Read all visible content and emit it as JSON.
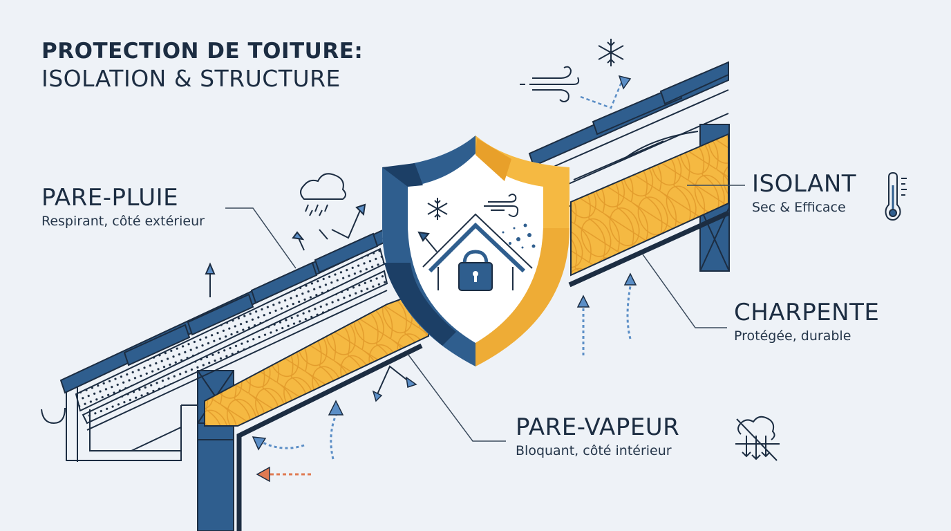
{
  "title": {
    "line1": "PROTECTION DE TOITURE:",
    "line2": "ISOLATION & STRUCTURE"
  },
  "labels": {
    "pare_pluie": {
      "head": "PARE-PLUIE",
      "sub": "Respirant, côté extérieur"
    },
    "isolant": {
      "head": "ISOLANT",
      "sub": "Sec & Efficace",
      "icon": "thermometer-icon"
    },
    "charpente": {
      "head": "CHARPENTE",
      "sub": "Protégée, durable"
    },
    "pare_vapeur": {
      "head": "PARE-VAPEUR",
      "sub": "Bloquant, côté intérieur",
      "icon": "no-condensation-icon"
    }
  },
  "center_badge": {
    "icon": "shield-house-lock-icon",
    "inner_icons": [
      "snowflake-icon",
      "wind-icon",
      "house-icon",
      "padlock-icon",
      "particles-icon",
      "arrow-icon"
    ]
  },
  "weather_icons": [
    "snowflake-icon",
    "wind-icon",
    "rain-cloud-icon"
  ],
  "colors": {
    "background": "#eef2f7",
    "navy": "#1c2d42",
    "blue": "#2f5e8e",
    "light_blue": "#5b8ec6",
    "yellow": "#f5b942",
    "orange": "#e8a02a",
    "red_arrow": "#e07a52"
  }
}
